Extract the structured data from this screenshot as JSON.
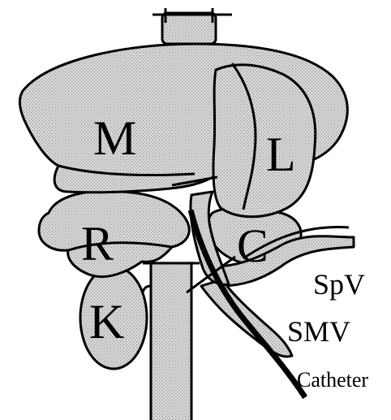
{
  "diagram": {
    "organ_labels": {
      "median_lobe": "M",
      "left_lobe": "L",
      "right_lobe": "R",
      "caudate_lobe": "C",
      "kidney": "K"
    },
    "vessel_labels": {
      "splenic_vein": "SpV",
      "superior_mesenteric_vein": "SMV"
    },
    "device_labels": {
      "catheter": "Catheter"
    },
    "colors": {
      "tissue_fill": "#c8c8c8",
      "outline": "#000000",
      "background": "#ffffff"
    }
  }
}
